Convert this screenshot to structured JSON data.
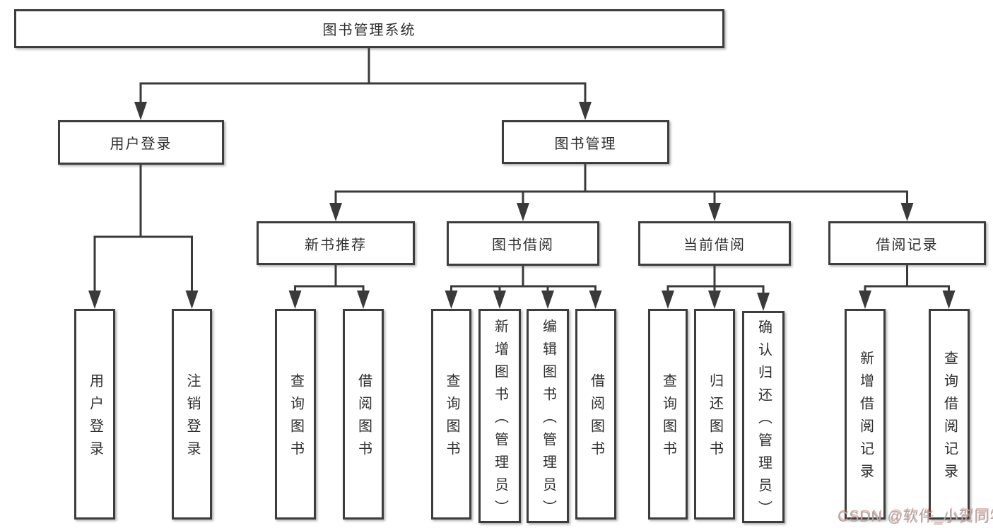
{
  "root": {
    "label": "图书管理系统"
  },
  "level2": [
    {
      "id": "user-login",
      "label": "用户登录"
    },
    {
      "id": "book-manage",
      "label": "图书管理"
    }
  ],
  "level3": [
    {
      "id": "new-book-recommend",
      "label": "新书推荐"
    },
    {
      "id": "book-borrow",
      "label": "图书借阅"
    },
    {
      "id": "current-borrow",
      "label": "当前借阅"
    },
    {
      "id": "borrow-records",
      "label": "借阅记录"
    }
  ],
  "leaves": [
    {
      "id": "user-login-leaf",
      "parent": "user-login",
      "label": "用户登录"
    },
    {
      "id": "logout",
      "parent": "user-login",
      "label": "注销登录"
    },
    {
      "id": "recommend-query-book",
      "parent": "new-book-recommend",
      "label": "查询图书"
    },
    {
      "id": "recommend-borrow-book",
      "parent": "new-book-recommend",
      "label": "借阅图书"
    },
    {
      "id": "borrow-query-book",
      "parent": "book-borrow",
      "label": "查询图书"
    },
    {
      "id": "borrow-add-book",
      "parent": "book-borrow",
      "label": "新增图书（管理员）"
    },
    {
      "id": "borrow-edit-book",
      "parent": "book-borrow",
      "label": "编辑图书（管理员）"
    },
    {
      "id": "borrow-borrow-book",
      "parent": "book-borrow",
      "label": "借阅图书"
    },
    {
      "id": "current-query-book",
      "parent": "current-borrow",
      "label": "查询图书"
    },
    {
      "id": "current-return-book",
      "parent": "current-borrow",
      "label": "归还图书"
    },
    {
      "id": "current-confirm",
      "parent": "current-borrow",
      "label": "确认归还（管理员）"
    },
    {
      "id": "records-add-record",
      "parent": "borrow-records",
      "label": "新增借阅记录"
    },
    {
      "id": "records-query-record",
      "parent": "borrow-records",
      "label": "查询借阅记录"
    }
  ],
  "watermark": {
    "text": "CSDN @软件_小贺同学"
  },
  "colors": {
    "line": "#3a3a3a",
    "box_border": "#3d3d3d",
    "text": "#2e2e2e",
    "watermark_text": "#a9a9a9",
    "watermark_accent": "#e0543c"
  }
}
